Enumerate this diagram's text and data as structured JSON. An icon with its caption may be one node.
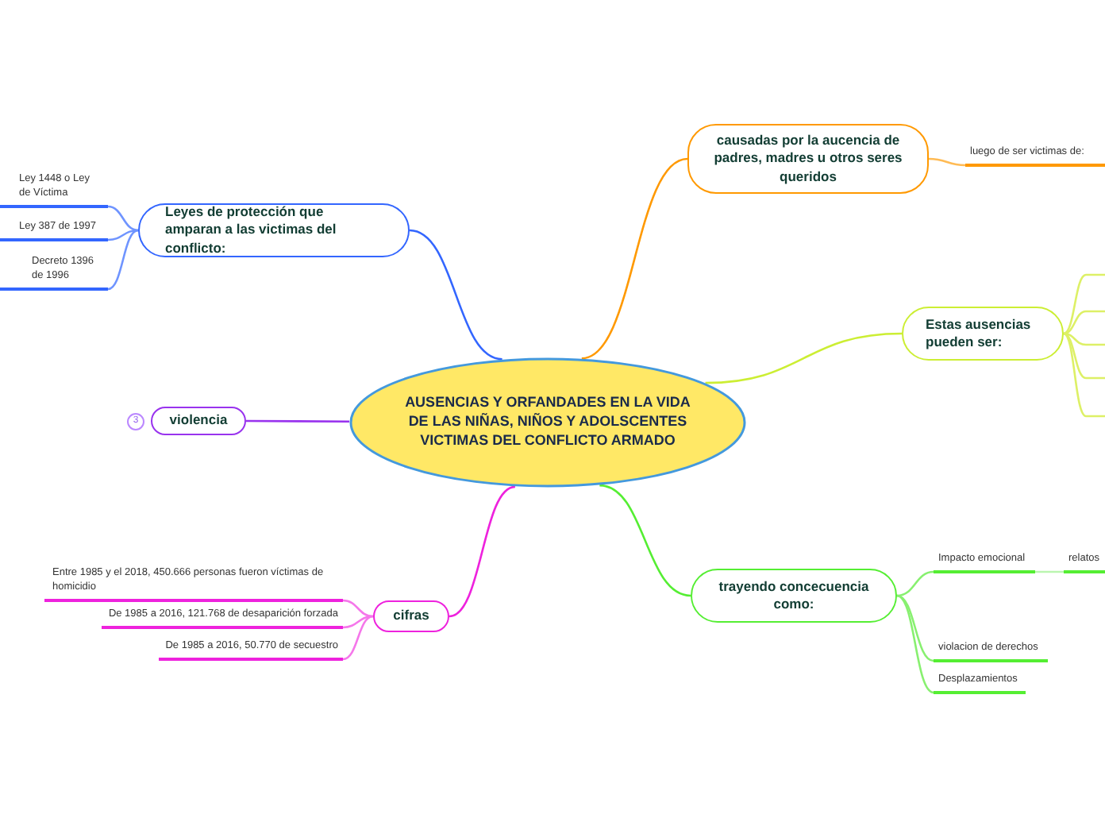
{
  "diagram": {
    "nodes": [
      {
        "text": [
          "AUSENCIAS Y ORFANDADES EN LA VIDA DE LAS NIÑAS, NIÑOS Y ADOLSCENTES VICTIMAS DEL CONFLICTO ARMADO"
        ]
      },
      {
        "text": [
          "causadas por la aucencia de padres, madres u otros seres queridos"
        ]
      },
      {
        "text": [
          "luego de ser victimas de:"
        ]
      },
      {
        "text": [
          "Estas ausencias pueden ser:"
        ]
      },
      {
        "text": [
          "trayendo concecuencia como:"
        ]
      },
      {
        "text": [
          "Impacto emocional"
        ]
      },
      {
        "text": [
          "relatos"
        ]
      },
      {
        "text": [
          "violacion de derechos"
        ]
      },
      {
        "text": [
          "Desplazamientos"
        ]
      },
      {
        "text": [
          "Leyes de protección que amparan a las victimas del conflicto:"
        ]
      },
      {
        "text": [
          "Ley 1448 o Ley de Víctima"
        ]
      },
      {
        "text": [
          "Ley 387 de 1997"
        ]
      },
      {
        "text": [
          "Decreto 1396 de 1996"
        ]
      },
      {
        "text": [
          "violencia"
        ],
        "beside": [
          "3"
        ]
      },
      {
        "text": [
          "cifras"
        ]
      },
      {
        "text": [
          "Entre 1985 y el 2018, 450.666 personas fueron víctimas de homicidio"
        ]
      },
      {
        "text": [
          "De 1985 a 2016, 121.768 de desaparición forzada"
        ]
      },
      {
        "text": [
          "De 1985 a 2016, 50.770 de secuestro"
        ]
      }
    ],
    "edges": [
      {
        "from": 0,
        "to": 1,
        "arrow": "none",
        "color": "#ff9900"
      },
      {
        "from": 1,
        "to": 2,
        "arrow": "none",
        "color": "#ffbb55"
      },
      {
        "from": 0,
        "to": 3,
        "arrow": "none",
        "color": "#ccee33"
      },
      {
        "from": 3,
        "to": null,
        "arrow": "none",
        "color": "#ddf066"
      },
      {
        "from": 3,
        "to": null,
        "arrow": "none",
        "color": "#ddf066"
      },
      {
        "from": 3,
        "to": null,
        "arrow": "none",
        "color": "#ddf066"
      },
      {
        "from": 3,
        "to": null,
        "arrow": "none",
        "color": "#ddf066"
      },
      {
        "from": 3,
        "to": null,
        "arrow": "none",
        "color": "#ddf066"
      },
      {
        "from": 0,
        "to": 4,
        "arrow": "none",
        "color": "#55ee33"
      },
      {
        "from": 4,
        "to": 5,
        "arrow": "none",
        "color": "#88f070"
      },
      {
        "from": 5,
        "to": 6,
        "arrow": "none",
        "color": "#bbf5b0"
      },
      {
        "from": 4,
        "to": 7,
        "arrow": "none",
        "color": "#88f070"
      },
      {
        "from": 4,
        "to": 8,
        "arrow": "none",
        "color": "#88f070"
      },
      {
        "from": 0,
        "to": 9,
        "arrow": "none",
        "color": "#3366ff"
      },
      {
        "from": 9,
        "to": 10,
        "arrow": "none",
        "color": "#6f94ff"
      },
      {
        "from": 9,
        "to": 11,
        "arrow": "none",
        "color": "#6f94ff"
      },
      {
        "from": 9,
        "to": 12,
        "arrow": "none",
        "color": "#6f94ff"
      },
      {
        "from": 0,
        "to": 13,
        "arrow": "none",
        "color": "#9933ee"
      },
      {
        "from": 0,
        "to": 14,
        "arrow": "none",
        "color": "#ee22dd"
      },
      {
        "from": 14,
        "to": 15,
        "arrow": "none",
        "color": "#f577ea"
      },
      {
        "from": 14,
        "to": 16,
        "arrow": "none",
        "color": "#f577ea"
      },
      {
        "from": 14,
        "to": 17,
        "arrow": "none",
        "color": "#f577ea"
      }
    ]
  }
}
